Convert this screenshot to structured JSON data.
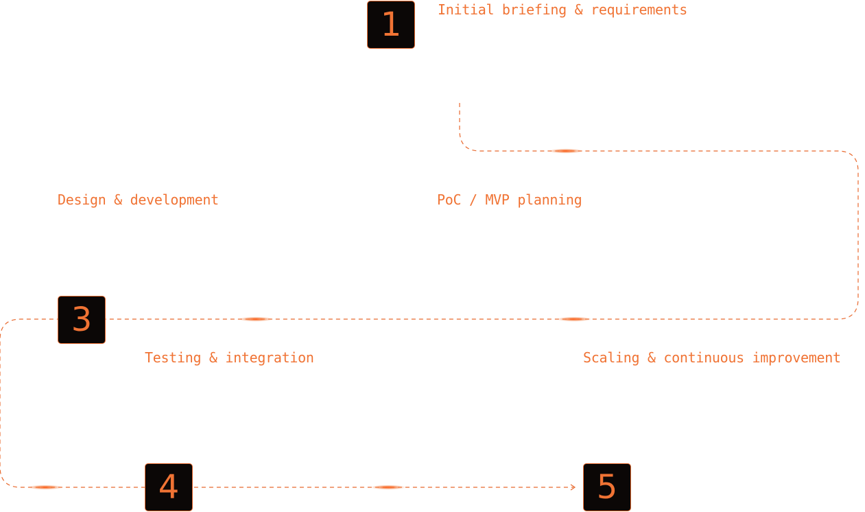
{
  "colors": {
    "accent": "#f07334",
    "box_background": "#0b0706",
    "box_border": "#e8692e",
    "connector": "#e8692e"
  },
  "steps": [
    {
      "number": "1",
      "title": "Initial briefing & requirements"
    },
    {
      "number": "",
      "title": "PoC / MVP planning"
    },
    {
      "number": "3",
      "title": "Design & development"
    },
    {
      "number": "4",
      "title": "Testing & integration"
    },
    {
      "number": "5",
      "title": "Scaling & continuous improvement"
    }
  ]
}
